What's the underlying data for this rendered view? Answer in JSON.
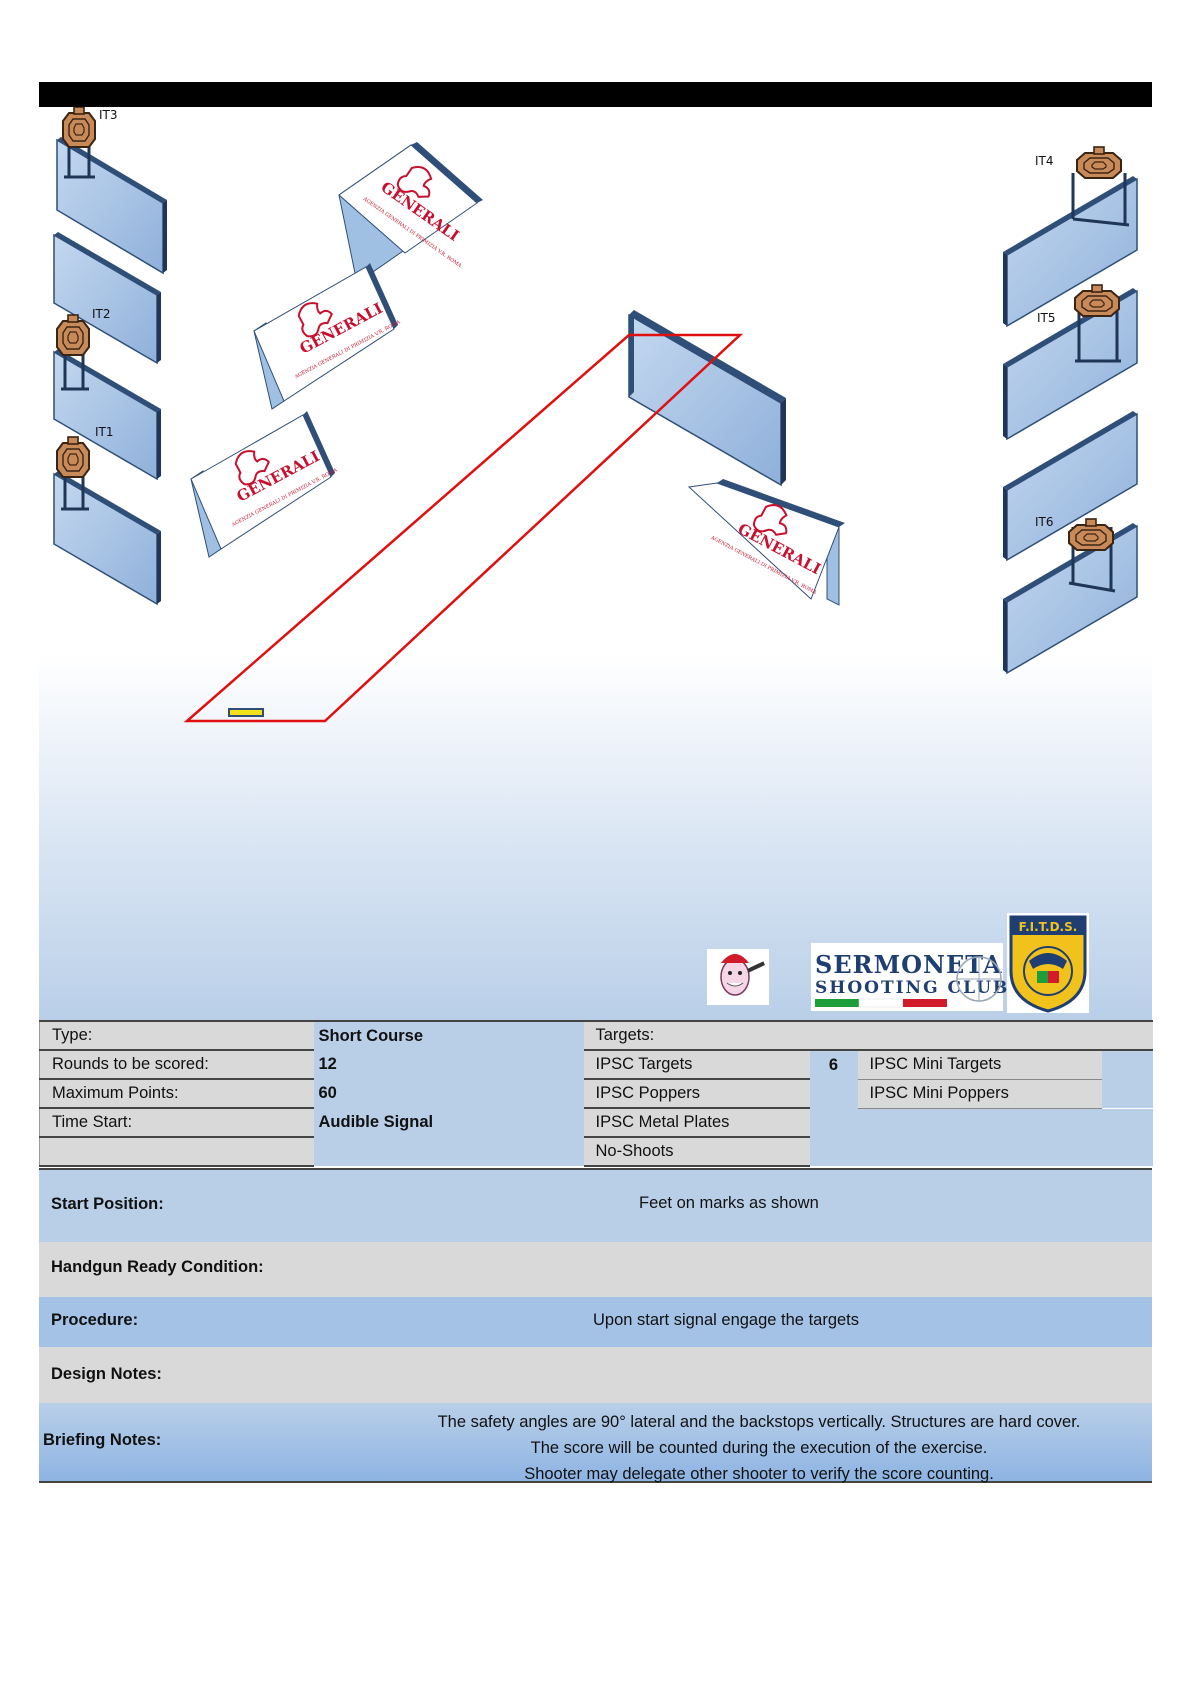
{
  "stage": {
    "target_labels": [
      "IT3",
      "IT2",
      "IT1",
      "IT4",
      "IT5",
      "IT6"
    ],
    "sponsor_banner": {
      "brand": "GENERALI",
      "subtext": "AGENZIA GENERALI DI PRIMIZIA V.R. ROMA"
    }
  },
  "logos": {
    "sermoneta_line1": "SERMONETA",
    "sermoneta_line2": "SHOOTING CLUB",
    "fitds": "F.I.T.D.S."
  },
  "info": {
    "type_label": "Type:",
    "type_value": "Short Course",
    "rounds_label": "Rounds to be scored:",
    "rounds_value": "12",
    "points_label": "Maximum Points:",
    "points_value": "60",
    "start_label": "Time Start:",
    "start_value": "Audible Signal",
    "targets_label": "Targets:",
    "ipsc_targets_label": "IPSC Targets",
    "ipsc_targets_value": "6",
    "ipsc_poppers_label": "IPSC Poppers",
    "ipsc_metal_plates_label": "IPSC Metal Plates",
    "no_shoots_label": "No-Shoots",
    "ipsc_mini_targets_label": "IPSC Mini Targets",
    "ipsc_mini_poppers_label": "IPSC Mini Poppers"
  },
  "notes": {
    "start_position_label": "Start Position:",
    "start_position_value": "Feet on marks as shown",
    "handgun_label": "Handgun Ready Condition:",
    "procedure_label": "Procedure:",
    "procedure_value": "Upon start signal engage the targets",
    "design_label": "Design Notes:",
    "briefing_label": "Briefing Notes:",
    "briefing_lines": [
      "The safety angles are 90° lateral and the backstops vertically. Structures are hard cover.",
      "The score will be counted during the execution of the exercise.",
      "Shooter may delegate other shooter to verify the score counting."
    ]
  },
  "colors": {
    "wall_fill": "#9fbfe3",
    "wall_edge": "#2f4f78",
    "shooting_box": "#e01010",
    "target_brown": "#c98a5a",
    "banner_red": "#c8102e"
  }
}
